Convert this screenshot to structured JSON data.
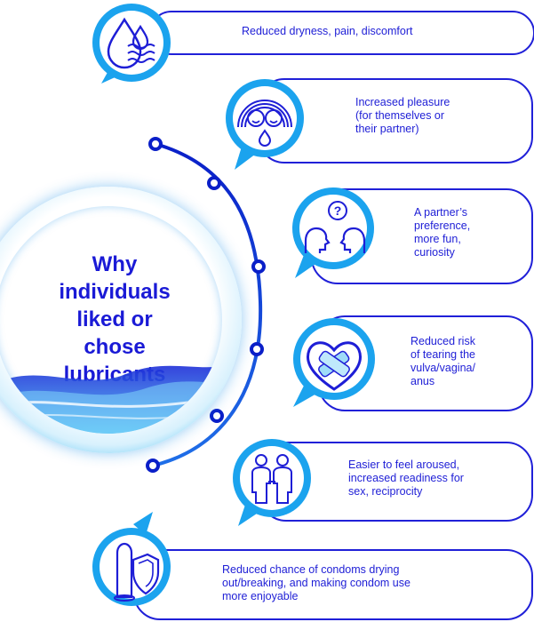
{
  "hub": {
    "title_lines": [
      "Why",
      "individuals",
      "liked or chose",
      "lubricants"
    ]
  },
  "colors": {
    "primary_blue": "#1e1ed6",
    "accent_cyan": "#1ba3ee",
    "light_cyan": "#d8f1fd"
  },
  "reasons": [
    {
      "icon": "water-drops-icon",
      "lines": [
        "Reduced dryness, pain, discomfort"
      ]
    },
    {
      "icon": "happy-couple-icon",
      "lines": [
        "Increased pleasure",
        "(for themselves or",
        "their partner)"
      ]
    },
    {
      "icon": "talking-heads-question-icon",
      "lines": [
        "A partner’s",
        "preference,",
        "more fun,",
        "curiosity"
      ]
    },
    {
      "icon": "bandaged-heart-icon",
      "lines": [
        "Reduced risk",
        "of tearing the",
        "vulva/vagina/",
        "anus"
      ]
    },
    {
      "icon": "two-people-icon",
      "lines": [
        "Easier to feel aroused,",
        "increased readiness for",
        "sex, reciprocity"
      ]
    },
    {
      "icon": "condom-shield-icon",
      "lines": [
        "Reduced chance of condoms drying",
        "out/breaking, and making condom use",
        "more enjoyable"
      ]
    }
  ]
}
